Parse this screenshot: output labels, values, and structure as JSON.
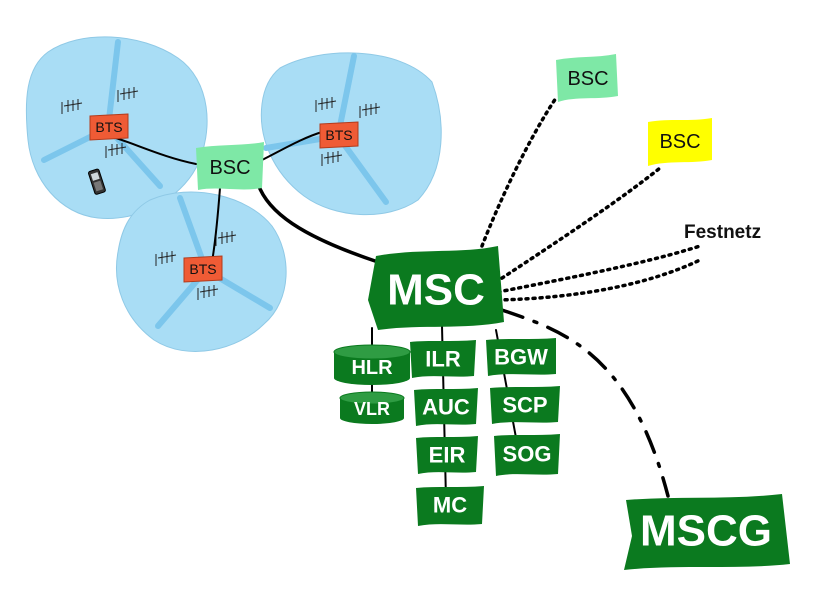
{
  "colors": {
    "cell": "#a9ddf5",
    "cell_stroke": "#8fc9e6",
    "sector": "#7cc6ec",
    "bts": "#ef5b35",
    "bsc_green": "#7ee8a6",
    "bsc_yellow": "#ffff00",
    "core_green": "#0b7a1f",
    "line": "#000000"
  },
  "labels": {
    "bts_1": "BTS",
    "bts_2": "BTS",
    "bts_3": "BTS",
    "bsc_main": "BSC",
    "bsc_green": "BSC",
    "bsc_yellow": "BSC",
    "festnetz": "Festnetz",
    "msc": "MSC",
    "hlr": "HLR",
    "vlr": "VLR",
    "ilr": "ILR",
    "auc": "AUC",
    "eir": "EIR",
    "mc": "MC",
    "bgw": "BGW",
    "scp": "SCP",
    "sog": "SOG",
    "mscg": "MSCG"
  },
  "icons": {
    "antenna": "antenna-icon",
    "phone": "mobile-phone-icon"
  }
}
